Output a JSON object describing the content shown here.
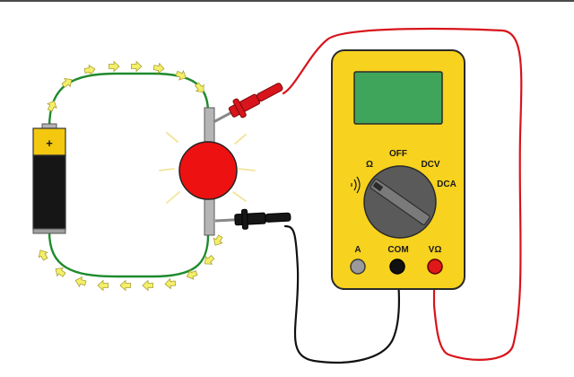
{
  "battery": {
    "plus_symbol": "+"
  },
  "multimeter": {
    "dial_labels": {
      "off": "OFF",
      "ohm": "Ω",
      "dcv": "DCV",
      "dca": "DCA"
    },
    "jack_labels": {
      "amps": "A",
      "common": "COM",
      "volt_ohm": "VΩ"
    },
    "colors": {
      "body": "#f7d21e",
      "display": "#3fa55a",
      "dial": "#5a5a5a",
      "jack_amps": "#9a9a9a",
      "jack_common": "#111111",
      "jack_volt_ohm": "#e01818"
    }
  },
  "wires": {
    "colors": {
      "red_probe": "#d8141c",
      "black_probe": "#111111",
      "circuit": "#1e8a2c",
      "flow_arrows": "#f4ef6a"
    }
  },
  "bulb": {
    "color": "#ee1111"
  }
}
